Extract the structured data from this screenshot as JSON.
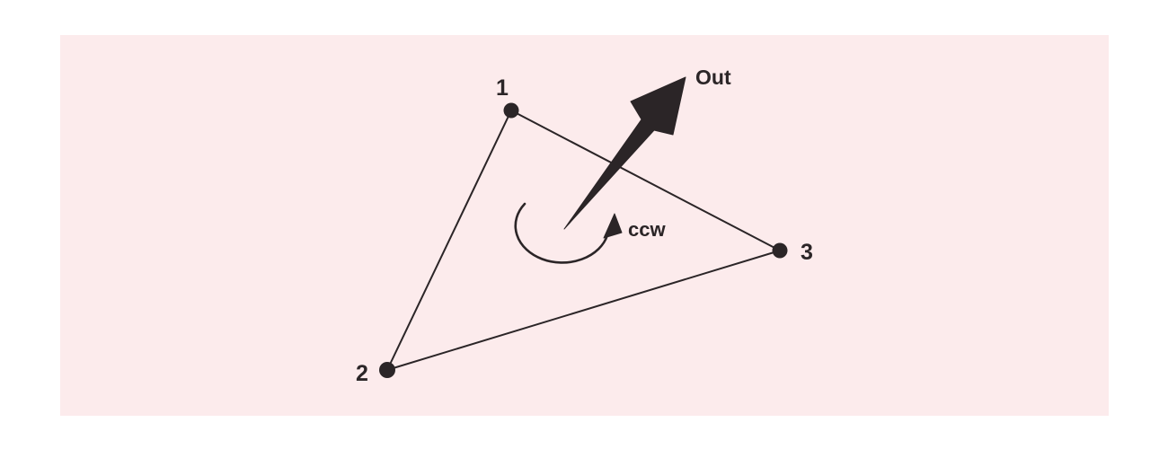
{
  "diagram": {
    "type": "triangle-vertex-winding-order",
    "colors": {
      "panel": "#fcebec",
      "ink": "#2b2527",
      "page_background": "#ffffff"
    },
    "vertices": [
      {
        "label": "1"
      },
      {
        "label": "2"
      },
      {
        "label": "3"
      }
    ],
    "edges": [
      "1-2",
      "2-3",
      "1-3"
    ],
    "normal_arrow_label": "Out",
    "rotation_label": "ccw",
    "rotation_direction": "counterclockwise"
  }
}
